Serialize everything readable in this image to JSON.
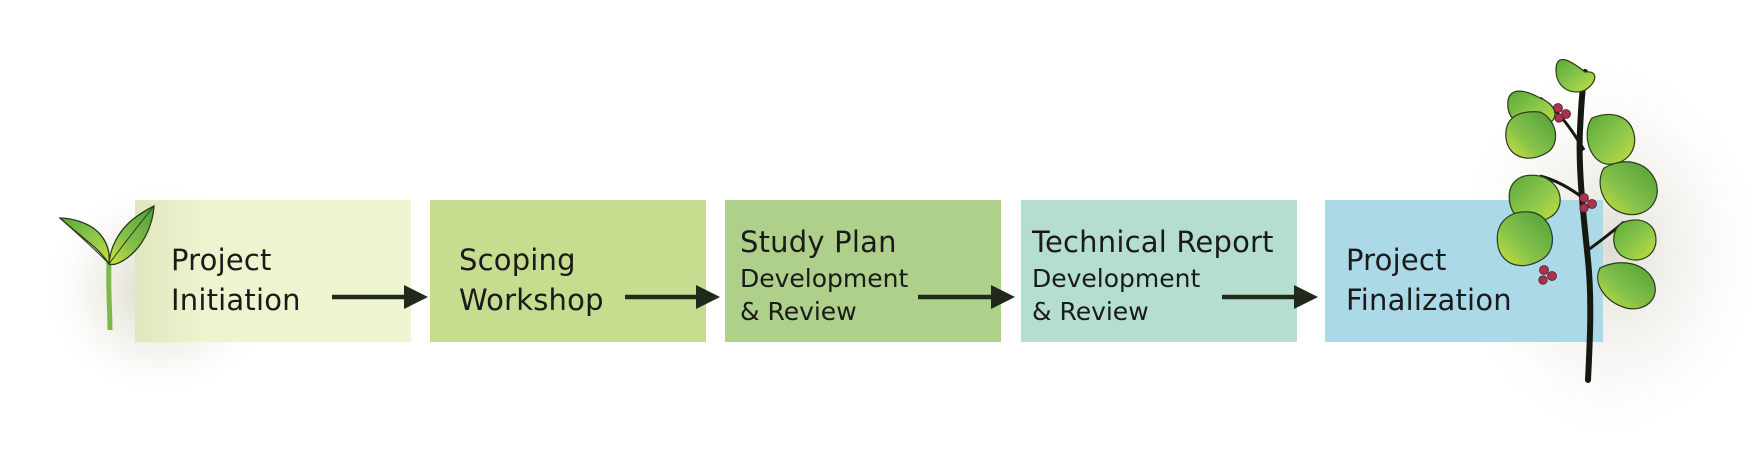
{
  "diagram": {
    "steps": [
      {
        "line1": "Project",
        "line2": "Initiation"
      },
      {
        "line1": "Scoping",
        "line2": "Workshop"
      },
      {
        "title": "Study Plan",
        "sub1": "Development",
        "sub2": "& Review"
      },
      {
        "title": "Technical Report",
        "sub1": "Development",
        "sub2": "& Review"
      },
      {
        "line1": "Project",
        "line2": "Finalization"
      }
    ],
    "icons": [
      "seedling-icon",
      "leafy-branch-icon",
      "arrow-right-icon"
    ],
    "colors": {
      "step1": "#eef5d1",
      "step2": "#c6dc8e",
      "step3": "#aed08b",
      "step4": "#b6ddd1",
      "step5": "#acd9e8",
      "arrow": "#1f2a1a",
      "leaf": "#7fc04a",
      "berry": "#a8324f"
    }
  }
}
